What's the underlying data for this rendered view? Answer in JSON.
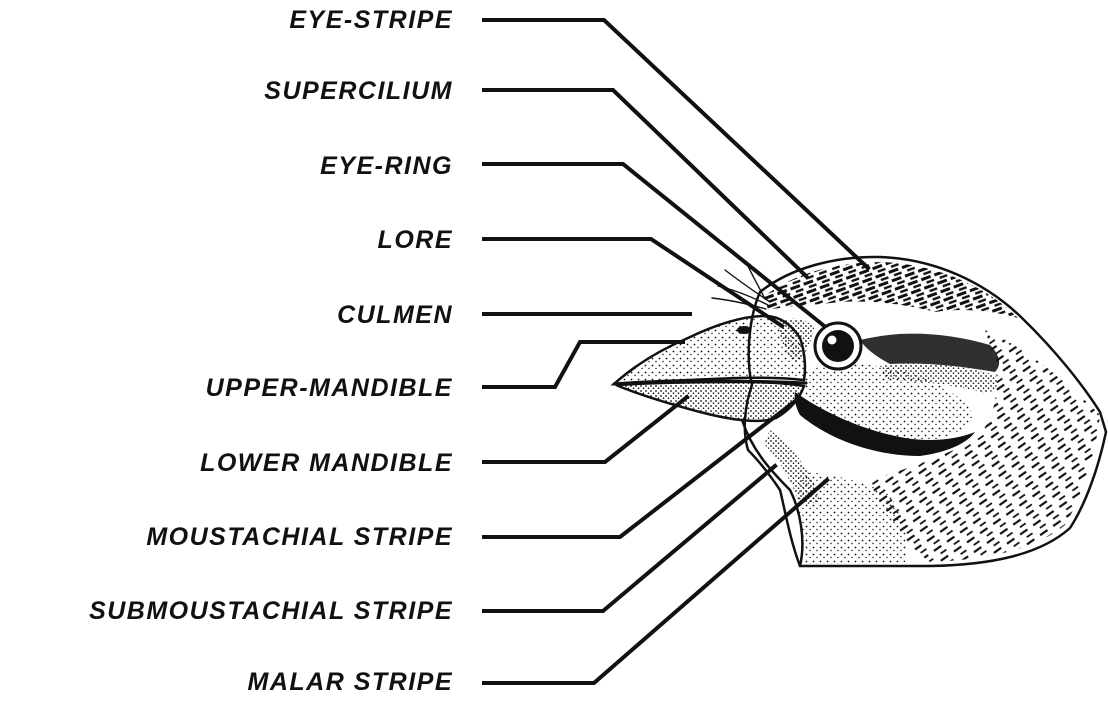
{
  "labels": [
    {
      "id": "eye-stripe",
      "text": "EYE-STRIPE"
    },
    {
      "id": "supercilium",
      "text": "SUPERCILIUM"
    },
    {
      "id": "eye-ring",
      "text": "EYE-RING"
    },
    {
      "id": "lore",
      "text": "LORE"
    },
    {
      "id": "culmen",
      "text": "CULMEN"
    },
    {
      "id": "upper-mandible",
      "text": "UPPER-MANDIBLE"
    },
    {
      "id": "lower-mandible",
      "text": "LOWER MANDIBLE"
    },
    {
      "id": "moustachial-stripe",
      "text": "MOUSTACHIAL STRIPE"
    },
    {
      "id": "submoustachial-stripe",
      "text": "SUBMOUSTACHIAL STRIPE"
    },
    {
      "id": "malar-stripe",
      "text": "MALAR STRIPE"
    }
  ],
  "colors": {
    "ink": "#111111",
    "background": "#ffffff"
  },
  "illustration": "bird-head-drawing"
}
